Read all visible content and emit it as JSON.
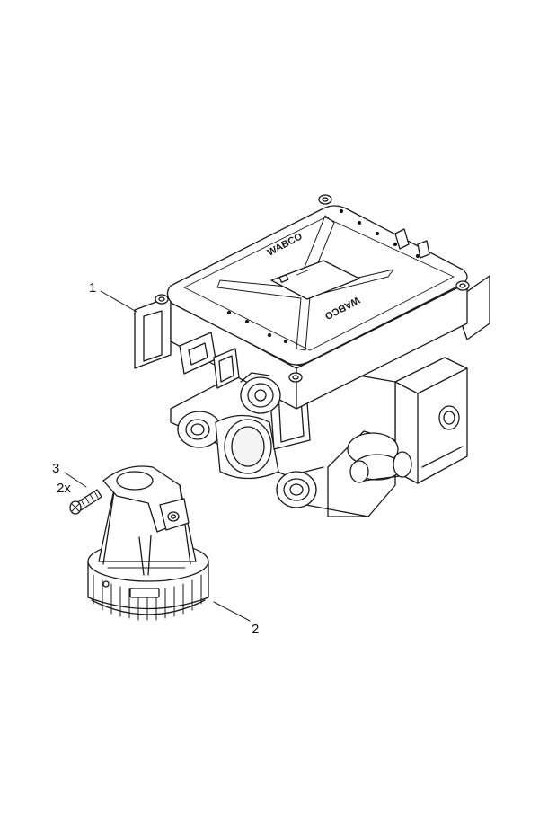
{
  "diagram": {
    "callouts": [
      {
        "id": "1",
        "label": "1"
      },
      {
        "id": "2",
        "label": "2"
      },
      {
        "id": "3",
        "label": "3"
      },
      {
        "id": "qty",
        "label": "2x"
      }
    ],
    "brand_label": "WABCO",
    "colors": {
      "line": "#1a1a1a",
      "fill": "#ffffff",
      "shade": "#e9e9e9"
    }
  }
}
